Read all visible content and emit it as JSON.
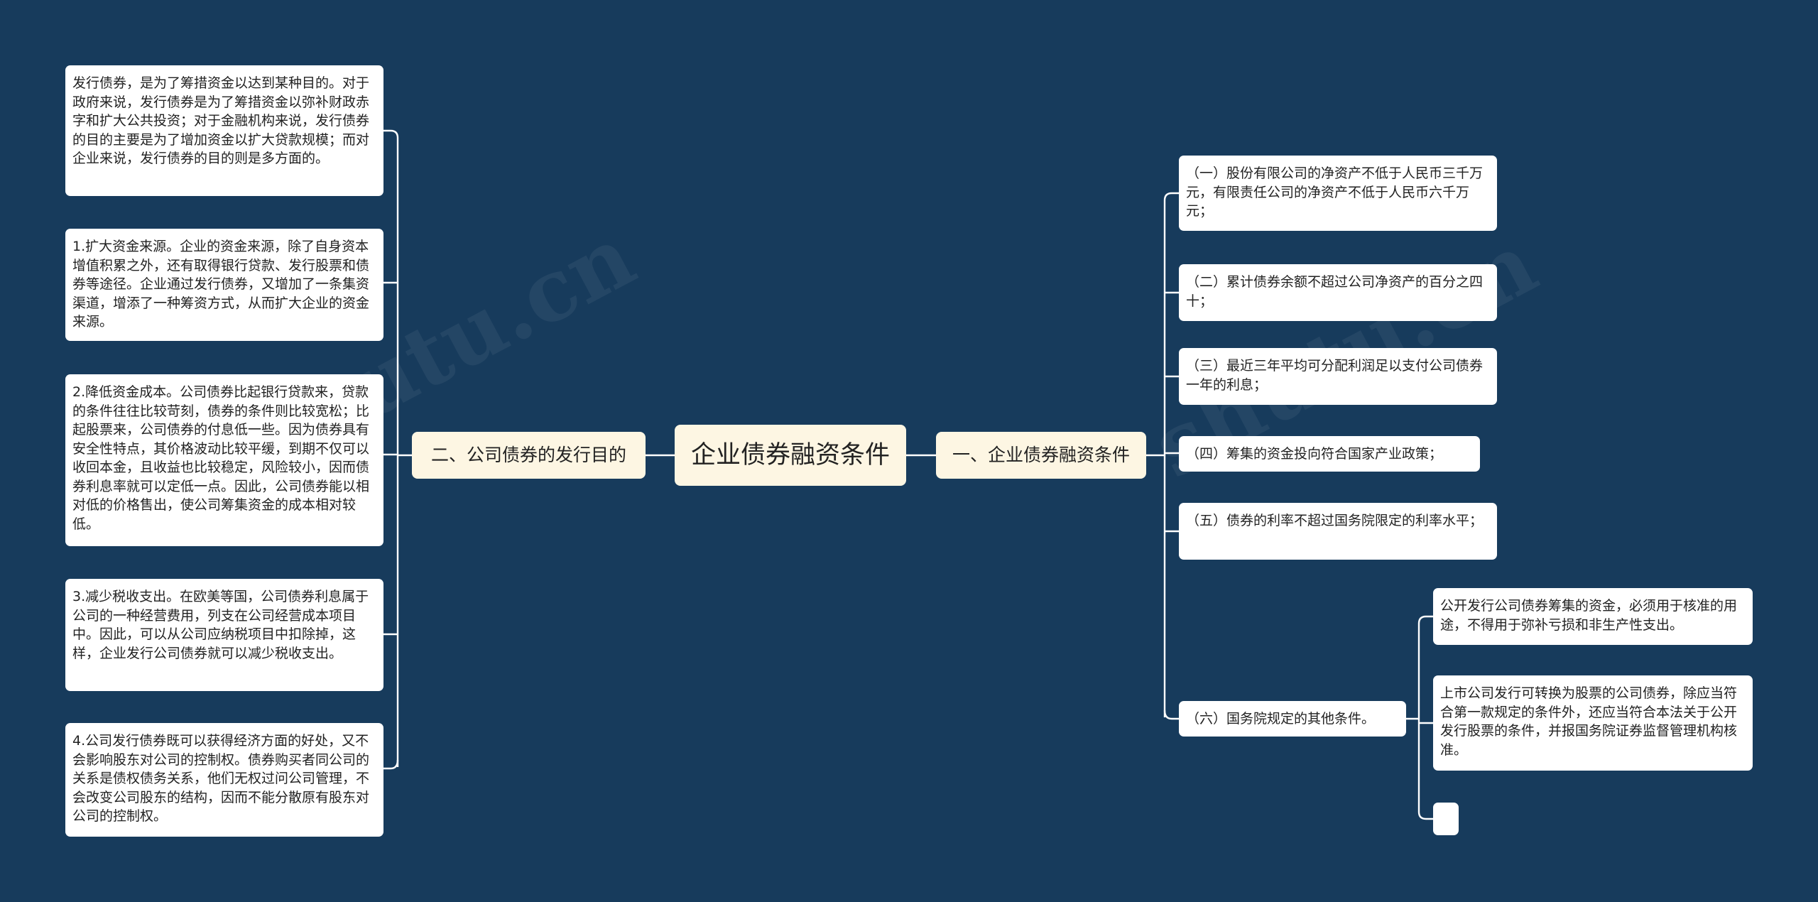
{
  "root": {
    "label": "企业债券融资条件"
  },
  "right_branch": {
    "label": "一、企业债券融资条件",
    "items": [
      "（一）股份有限公司的净资产不低于人民币三千万元，有限责任公司的净资产不低于人民币六千万元；",
      "（二）累计债券余额不超过公司净资产的百分之四十；",
      "（三）最近三年平均可分配利润足以支付公司债券一年的利息；",
      "（四）筹集的资金投向符合国家产业政策；",
      "（五）债券的利率不超过国务院限定的利率水平；",
      "（六）国务院规定的其他条件。"
    ],
    "sub_items": [
      "公开发行公司债券筹集的资金，必须用于核准的用途，不得用于弥补亏损和非生产性支出。",
      "上市公司发行可转换为股票的公司债券，除应当符合第一款规定的条件外，还应当符合本法关于公开发行股票的条件，并报国务院证券监督管理机构核准。",
      ""
    ]
  },
  "left_branch": {
    "label": "二、公司债券的发行目的",
    "items": [
      "发行债券，是为了筹措资金以达到某种目的。对于政府来说，发行债券是为了筹措资金以弥补财政赤字和扩大公共投资；对于金融机构来说，发行债券的目的主要是为了增加资金以扩大贷款规模；而对企业来说，发行债券的目的则是多方面的。",
      "1.扩大资金来源。企业的资金来源，除了自身资本增值积累之外，还有取得银行贷款、发行股票和债券等途径。企业通过发行债券，又增加了一条集资渠道，增添了一种筹资方式，从而扩大企业的资金来源。",
      "2.降低资金成本。公司债券比起银行贷款来，贷款的条件往往比较苛刻，债券的条件则比较宽松；比起股票来，公司债券的付息低一些。因为债券具有安全性特点，其价格波动比较平缓，到期不仅可以收回本金，且收益也比较稳定，风险较小，因而债券利息率就可以定低一点。因此，公司债券能以相对低的价格售出，使公司筹集资金的成本相对较低。",
      "3.减少税收支出。在欧美等国，公司债券利息属于公司的一种经营费用，列支在公司经营成本项目中。因此，可以从公司应纳税项目中扣除掉，这样，企业发行公司债券就可以减少税收支出。",
      "4.公司发行债券既可以获得经济方面的好处，又不会影响股东对公司的控制权。债券购买者同公司的关系是债权债务关系，他们无权过问公司管理，不会改变公司股东的结构，因而不能分散原有股东对公司的控制权。"
    ]
  },
  "colors": {
    "background": "#173b5c",
    "node_fill": "#ffffff",
    "center_fill": "#fdf6e3",
    "connector": "#ffffff"
  }
}
